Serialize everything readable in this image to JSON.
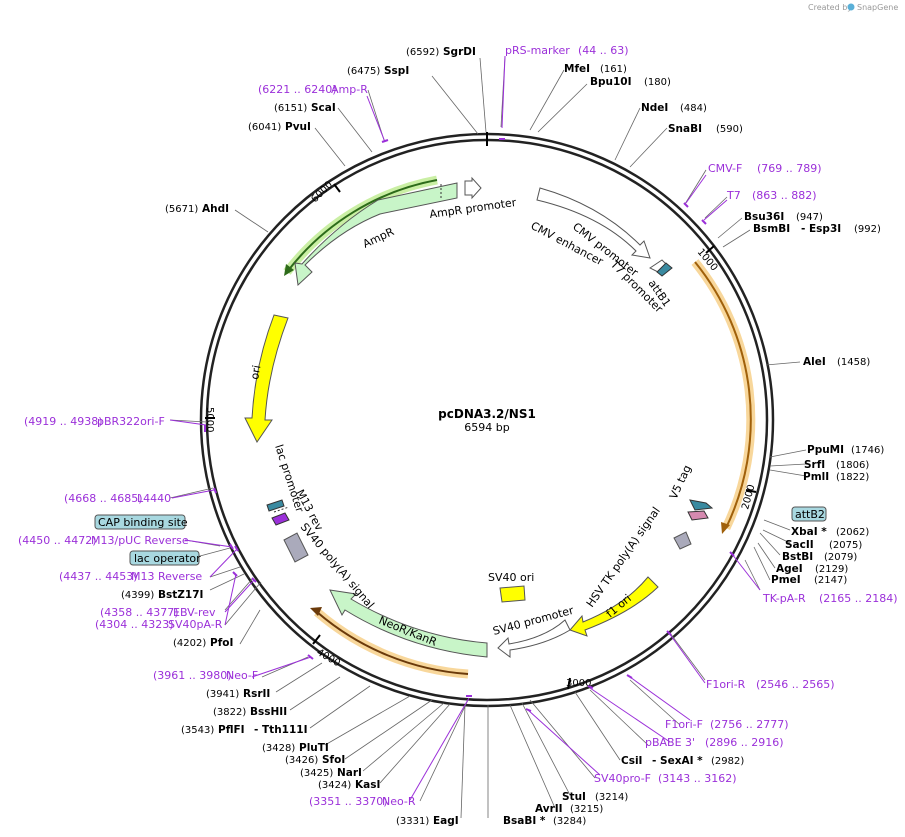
{
  "credit": {
    "text": "Created by",
    "brand": "SnapGene"
  },
  "plasmid": {
    "name": "pcDNA3.2/NS1",
    "size_label": "6594 bp"
  },
  "ticks": [
    "1000",
    "2000",
    "3000",
    "4000",
    "5000",
    "6000"
  ],
  "features": [
    {
      "key": "ampr_promoter",
      "label": "AmpR promoter"
    },
    {
      "key": "ampr",
      "label": "AmpR"
    },
    {
      "key": "ori",
      "label": "ori"
    },
    {
      "key": "cmv_enhancer",
      "label": "CMV enhancer"
    },
    {
      "key": "cmv_promoter",
      "label": "CMV promoter"
    },
    {
      "key": "t7_promoter",
      "label": "T7 promoter"
    },
    {
      "key": "attb1",
      "label": "attB1"
    },
    {
      "key": "lac_promoter",
      "label": "lac promoter"
    },
    {
      "key": "m13_rev",
      "label": "M13 rev"
    },
    {
      "key": "sv40_polya",
      "label": "SV40 poly(A) signal"
    },
    {
      "key": "neor",
      "label": "NeoR/KanR"
    },
    {
      "key": "sv40_ori",
      "label": "SV40 ori"
    },
    {
      "key": "sv40_promoter",
      "label": "SV40 promoter"
    },
    {
      "key": "f1_ori",
      "label": "f1 ori"
    },
    {
      "key": "hsv_tk",
      "label": "HSV TK poly(A) signal"
    },
    {
      "key": "v5_tag",
      "label": "V5 tag"
    }
  ],
  "labels": [
    {
      "name": "SgrDI",
      "pos": "(6592)"
    },
    {
      "name": "pRS-marker",
      "pos": "(44 .. 63)",
      "primer": true
    },
    {
      "name": "SspI",
      "pos": "(6475)"
    },
    {
      "name": "MfeI",
      "pos": "(161)"
    },
    {
      "name": "Bpu10I",
      "pos": "(180)"
    },
    {
      "name": "Amp-R",
      "pos": "(6221 .. 6240)",
      "primer": true
    },
    {
      "name": "ScaI",
      "pos": "(6151)"
    },
    {
      "name": "NdeI",
      "pos": "(484)"
    },
    {
      "name": "PvuI",
      "pos": "(6041)"
    },
    {
      "name": "SnaBI",
      "pos": "(590)"
    },
    {
      "name": "CMV-F",
      "pos": "(769 .. 789)",
      "primer": true
    },
    {
      "name": "T7",
      "pos": "(863 .. 882)",
      "primer": true
    },
    {
      "name": "AhdI",
      "pos": "(5671)"
    },
    {
      "name": "Bsu36I",
      "pos": "(947)"
    },
    {
      "name": "BsmBI",
      "pos": ""
    },
    {
      "name": "- Esp3I",
      "pos": "(992)"
    },
    {
      "name": "AleI",
      "pos": "(1458)"
    },
    {
      "name": "pBR322ori-F",
      "pos": "(4919 .. 4938)",
      "primer": true
    },
    {
      "name": "PpuMI",
      "pos": "(1746)"
    },
    {
      "name": "SrfI",
      "pos": "(1806)"
    },
    {
      "name": "PmlI",
      "pos": "(1822)"
    },
    {
      "name": "L4440",
      "pos": "(4668 .. 4685)",
      "primer": true
    },
    {
      "name": "XbaI *",
      "pos": "(2062)"
    },
    {
      "name": "M13/pUC Reverse",
      "pos": "(4450 .. 4472)",
      "primer": true
    },
    {
      "name": "SacII",
      "pos": "(2075)"
    },
    {
      "name": "BstBI",
      "pos": "(2079)"
    },
    {
      "name": "M13 Reverse",
      "pos": "(4437 .. 4453)",
      "primer": true
    },
    {
      "name": "AgeI",
      "pos": "(2129)"
    },
    {
      "name": "BstZ17I",
      "pos": "(4399)"
    },
    {
      "name": "PmeI",
      "pos": "(2147)"
    },
    {
      "name": "EBV-rev",
      "pos": "(4358 .. 4377)",
      "primer": true
    },
    {
      "name": "TK-pA-R",
      "pos": "(2165 .. 2184)",
      "primer": true
    },
    {
      "name": "SV40pA-R",
      "pos": "(4304 .. 4323)",
      "primer": true
    },
    {
      "name": "PfoI",
      "pos": "(4202)"
    },
    {
      "name": "Neo-F",
      "pos": "(3961 .. 3980)",
      "primer": true
    },
    {
      "name": "F1ori-R",
      "pos": "(2546 .. 2565)",
      "primer": true
    },
    {
      "name": "RsrII",
      "pos": "(3941)"
    },
    {
      "name": "BssHII",
      "pos": "(3822)"
    },
    {
      "name": "PflFI",
      "pos": "(3543)"
    },
    {
      "name": "- Tth111I",
      "pos": ""
    },
    {
      "name": "F1ori-F",
      "pos": "(2756 .. 2777)",
      "primer": true
    },
    {
      "name": "PluTI",
      "pos": "(3428)"
    },
    {
      "name": "pBABE 3'",
      "pos": "(2896 .. 2916)",
      "primer": true
    },
    {
      "name": "SfoI",
      "pos": "(3426)"
    },
    {
      "name": "CsiI",
      "pos": ""
    },
    {
      "name": "- SexAI *",
      "pos": "(2982)"
    },
    {
      "name": "NarI",
      "pos": "(3425)"
    },
    {
      "name": "KasI",
      "pos": "(3424)"
    },
    {
      "name": "SV40pro-F",
      "pos": "(3143 .. 3162)",
      "primer": true
    },
    {
      "name": "StuI",
      "pos": "(3214)"
    },
    {
      "name": "Neo-R",
      "pos": "(3351 .. 3370)",
      "primer": true
    },
    {
      "name": "AvrII",
      "pos": "(3215)"
    },
    {
      "name": "EagI",
      "pos": "(3331)"
    },
    {
      "name": "BsaBI *",
      "pos": "(3284)"
    }
  ],
  "boxed_labels": [
    {
      "key": "attb2",
      "text": "attB2"
    },
    {
      "key": "cap",
      "text": "CAP binding site"
    },
    {
      "key": "lacop",
      "text": "lac operator"
    }
  ],
  "colors": {
    "primer": "#9b30d9",
    "ampr": "#c8f5c8",
    "ori": "#ffff00",
    "highlight_green": "#b8e986",
    "highlight_orange": "#f5c97a",
    "box": "#a8d8e0"
  }
}
